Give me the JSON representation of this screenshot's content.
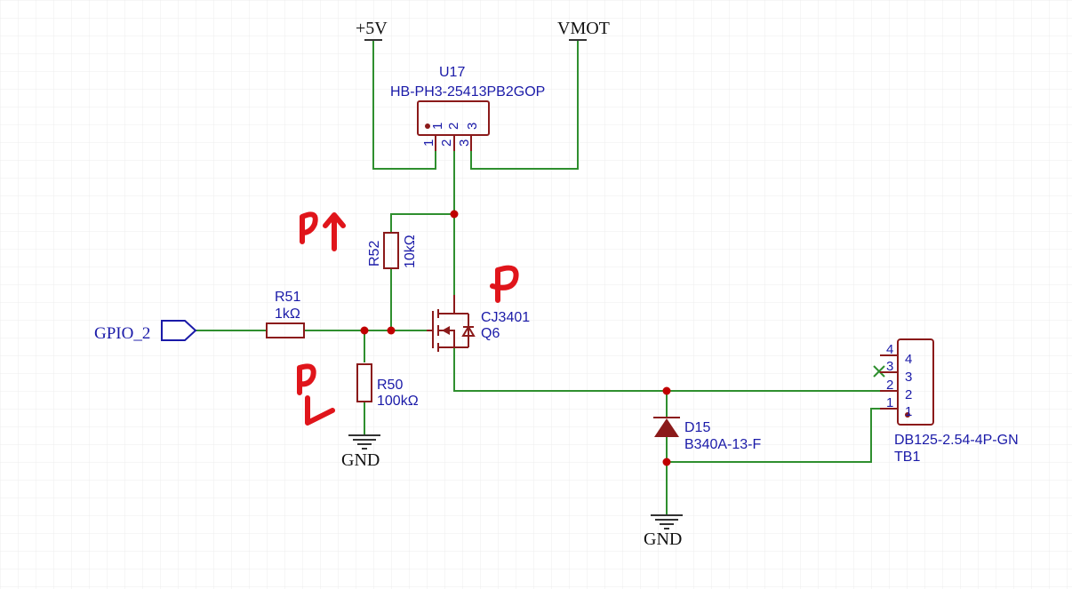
{
  "power": {
    "plus5v": "+5V",
    "vmot": "VMOT"
  },
  "u17": {
    "designator": "U17",
    "part": "HB-PH3-25413PB2GOP",
    "pin1": "1",
    "pin2": "2",
    "pin3": "3"
  },
  "r52": {
    "designator": "R52",
    "value": "10kΩ"
  },
  "r51": {
    "designator": "R51",
    "value": "1kΩ"
  },
  "r50": {
    "designator": "R50",
    "value": "100kΩ"
  },
  "q6": {
    "designator": "Q6",
    "part": "CJ3401"
  },
  "d15": {
    "designator": "D15",
    "part": "B340A-13-F"
  },
  "tb1": {
    "designator": "TB1",
    "part": "DB125-2.54-4P-GN",
    "pins": [
      "4",
      "3",
      "2",
      "1"
    ]
  },
  "net": {
    "gpio": "GPIO_2"
  },
  "ground": {
    "label": "GND"
  },
  "colors": {
    "wire": "#2f8f2f",
    "component": "#8b1a1a",
    "junction": "#c00000",
    "label": "#1a1aa8",
    "annotation": "#e0151b"
  }
}
